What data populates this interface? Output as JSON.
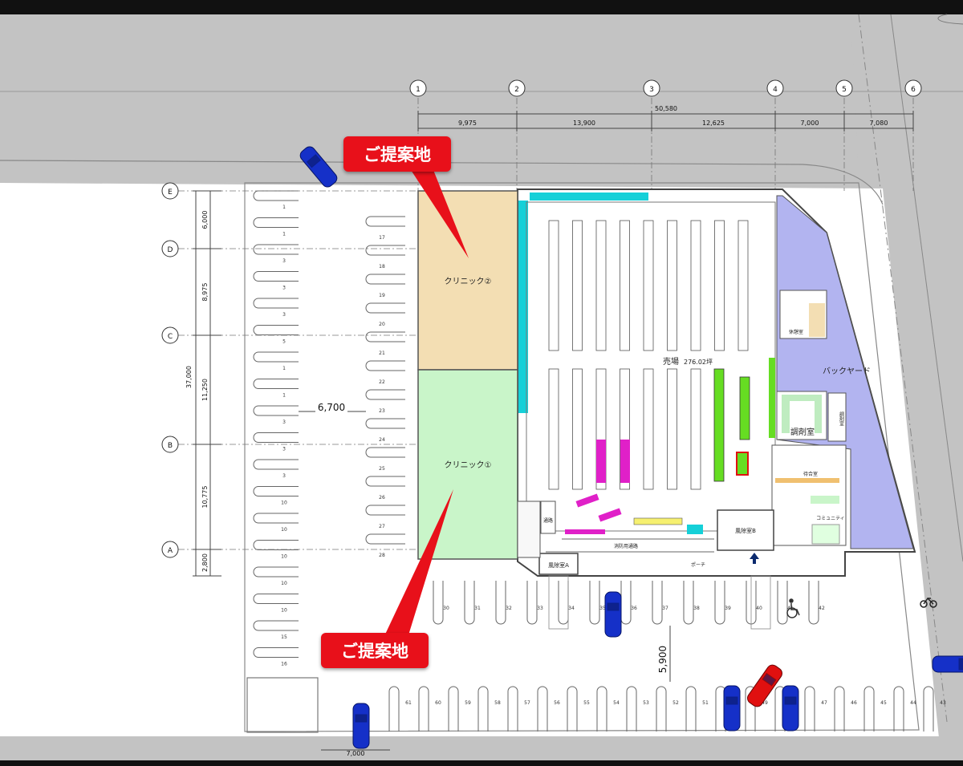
{
  "callouts": {
    "top": "ご提案地",
    "bottom": "ご提案地"
  },
  "grid": {
    "columns": [
      "1",
      "2",
      "3",
      "4",
      "5",
      "6"
    ],
    "rows": [
      "E",
      "D",
      "C",
      "B",
      "A"
    ],
    "total_width": "50,580",
    "column_spans": [
      "9,975",
      "13,900",
      "12,625",
      "7,000",
      "7,080"
    ],
    "total_depth": "37,000",
    "row_spans": [
      "6,000",
      "8,975",
      "11,250",
      "10,775",
      "2,800"
    ]
  },
  "rooms": {
    "clinic2": "クリニック②",
    "clinic1": "クリニック①",
    "sales_floor": "売場",
    "sales_area": "276.02坪",
    "backyard": "バックヤード",
    "dispensary": "調剤室",
    "dispensary_side": "調剤室",
    "break_room": "休憩室",
    "waiting_room": "待合室",
    "community": "コミュニティ",
    "windbreak_a": "風除室A",
    "windbreak_b": "風除室B",
    "corridor": "通路",
    "fire_passage": "消防用通路",
    "porch": "ポーチ"
  },
  "dimensions": {
    "aisle_width": "6,700",
    "lower_aisle": "5,900",
    "bottom_width": "7,000"
  },
  "parking": {
    "left_column": [
      "1",
      "1",
      "3",
      "3",
      "3",
      "5",
      "1",
      "1",
      "3",
      "3",
      "3",
      "10",
      "10",
      "10",
      "10",
      "10",
      "15",
      "16"
    ],
    "inner_column": [
      "17",
      "18",
      "19",
      "20",
      "21",
      "22",
      "23",
      "24",
      "25",
      "26",
      "27",
      "28"
    ],
    "front_row": [
      "30",
      "31",
      "32",
      "33",
      "34",
      "35",
      "36",
      "37",
      "38",
      "39",
      "40",
      "41",
      "42"
    ],
    "bottom_row": [
      "61",
      "60",
      "59",
      "58",
      "57",
      "56",
      "55",
      "54",
      "53",
      "52",
      "51",
      "50",
      "49",
      "48",
      "47",
      "46",
      "45",
      "44",
      "43"
    ]
  },
  "colors": {
    "road": "#c3c3c3",
    "clinic2": "#f3deb3",
    "clinic1": "#c9f5c9",
    "backyard": "#b2b4f0",
    "callout": "#e8101a",
    "car_blue": "#1530c8",
    "car_red": "#e01010",
    "shelf_magenta": "#e020c8",
    "shelf_green": "#66dd22",
    "fridge_cyan": "#15d0d8"
  },
  "icons": [
    "car-icon",
    "wheelchair-icon",
    "bicycle-icon",
    "entrance-arrow-icon"
  ]
}
